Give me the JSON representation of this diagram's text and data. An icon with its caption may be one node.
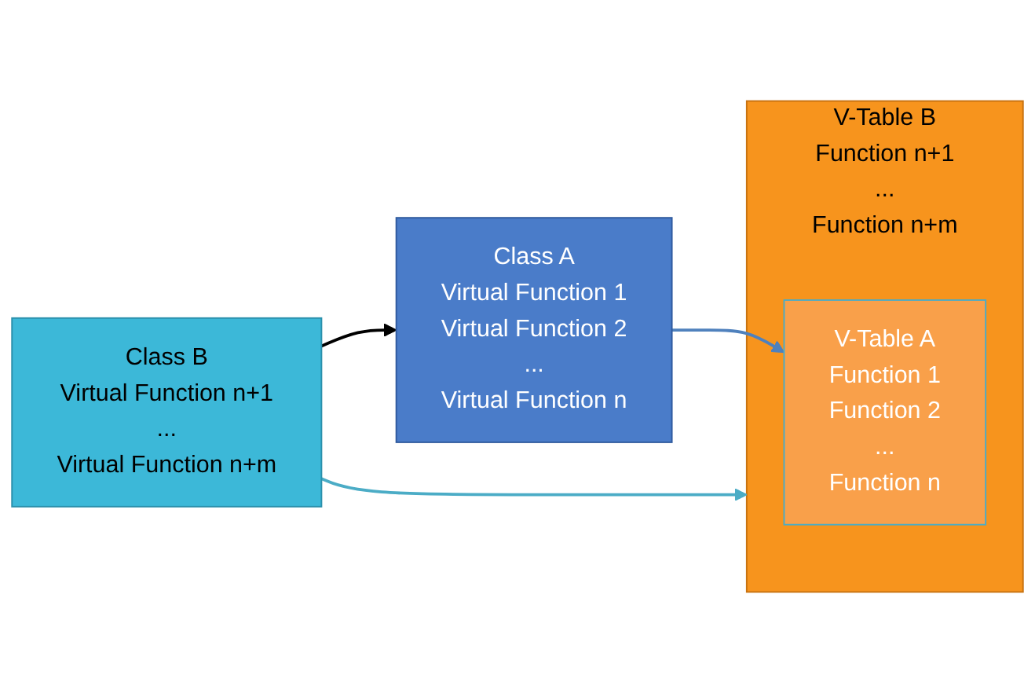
{
  "diagram": {
    "nodes": [
      {
        "text": [
          "Class A",
          "Virtual Function 1",
          "Virtual Function 2",
          "...",
          "Virtual Function n"
        ]
      },
      {
        "text": [
          "Class B",
          "Virtual Function n+1",
          "...",
          "Virtual Function n+m"
        ]
      },
      {
        "text": [
          "V-Table B",
          "Function n+1",
          "...",
          "Function n+m"
        ]
      },
      {
        "text": [
          "V-Table A",
          "Function 1",
          "Function 2",
          "...",
          "Function n"
        ],
        "in": 2
      }
    ],
    "edges": [
      {
        "from": 1,
        "to": 0,
        "arrow": "to",
        "color": "#000000"
      },
      {
        "from": 0,
        "to": 3,
        "arrow": "to",
        "color": "#4f81bd"
      },
      {
        "from": 1,
        "to": 2,
        "arrow": "to",
        "color": "#4bacc6"
      }
    ]
  }
}
